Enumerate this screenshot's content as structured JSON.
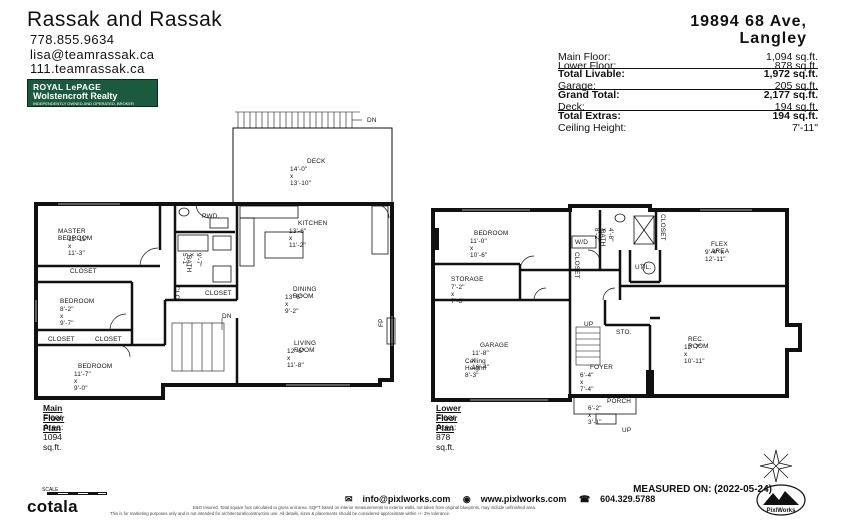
{
  "agent": {
    "name": "Rassak and Rassak",
    "phone": "778.855.9634",
    "email": "lisa@teamrassak.ca",
    "website": "111.teamrassak.ca",
    "brokerage_line1": "ROYAL LePAGE",
    "brokerage_line2": "Wolstencroft Realty",
    "brokerage_line3": "INDEPENDENTLY OWNED AND OPERATED, BROKER"
  },
  "property": {
    "address_line1": "19894 68 Ave,",
    "address_line2": "Langley"
  },
  "summary": {
    "main_floor_label": "Main Floor:",
    "main_floor_value": "1,094 sq.ft.",
    "lower_floor_label": "Lower Floor:",
    "lower_floor_value": "878 sq.ft.",
    "total_livable_label": "Total Livable:",
    "total_livable_value": "1,972 sq.ft.",
    "garage_label": "Garage:",
    "garage_value": "205 sq.ft.",
    "grand_total_label": "Grand Total:",
    "grand_total_value": "2,177 sq.ft.",
    "deck_label": "Deck:",
    "deck_value": "194 sq.ft.",
    "total_extras_label": "Total Extras:",
    "total_extras_value": "194 sq.ft.",
    "ceiling_label": "Ceiling Height:",
    "ceiling_value": "7'-11\""
  },
  "main_plan": {
    "title": "Main Floor Plan",
    "area": "Floor Area: 1094 sq.ft.",
    "deck_name": "DECK",
    "deck_dim": "14'-0\" x 13'-10\"",
    "dn": "DN",
    "kitchen_name": "KITCHEN",
    "kitchen_dim": "13'-6\" x 11'-2\"",
    "pwd": "PWD.",
    "master_name": "MASTER BEDROOM",
    "master_dim": "11'-11\" x 11'-3\"",
    "closet": "CLOSET",
    "bath": "BATH",
    "bath_dim": "9'-7\" x 5'-1\"",
    "clo": "CLO.",
    "dining_name": "DINING ROOM",
    "dining_dim": "13'-6\" x 9'-2\"",
    "bedroom2_name": "BEDROOM",
    "bedroom2_dim": "8'-2\" x 9'-7\"",
    "living_name": "LIVING ROOM",
    "living_dim": "12'-6\" x 11'-8\"",
    "bedroom3_name": "BEDROOM",
    "bedroom3_dim": "11'-7\" x 9'-0\"",
    "fp": "FP"
  },
  "lower_plan": {
    "title": "Lower Floor Plan",
    "area": "Floor Area: 878 sq.ft.",
    "bedroom_name": "BEDROOM",
    "bedroom_dim": "11'-0\" x 10'-6\"",
    "wd": "W/D",
    "bath": "BATH",
    "bath_dim": "4'-8\" x 8'-2\"",
    "closet": "CLOSET",
    "flex_name": "FLEX AREA",
    "flex_dim": "9'-4\" x 12'-11\"",
    "util": "UTIL.",
    "storage_name": "STORAGE",
    "storage_dim": "7'-2\" x 7'-8\"",
    "garage_name": "GARAGE",
    "garage_dim": "11'-8\" x 16'-4\"",
    "garage_ceiling": "Ceiling Height: 8'-3\"",
    "rec_name": "REC. ROOM",
    "rec_dim": "12'-7\" x 10'-11\"",
    "up": "UP",
    "sto": "STO.",
    "foyer_name": "FOYER",
    "foyer_dim": "6'-4\" x 7'-4\"",
    "porch_name": "PORCH",
    "porch_dim": "6'-2\" x 3'-1\""
  },
  "footer": {
    "measured": "MEASURED ON: (2022-05-24)",
    "email": "info@pixlworks.com",
    "web": "www.pixlworks.com",
    "phone": "604.329.5788",
    "fine1": "E&O Insured. Total square foot calculated to gross unit area. SQFT based on interior measurements to exterior walls, not taken from original blueprints, may include unfinished area.",
    "fine2": "This is for marketing purposes only and is not intended for architectural/construction use. All details, sizes & placements should be considered approximate within +/- 2% tolerance.",
    "brand": "cotala",
    "scale_label": "SCALE",
    "logo_text": "PixlWorks"
  }
}
